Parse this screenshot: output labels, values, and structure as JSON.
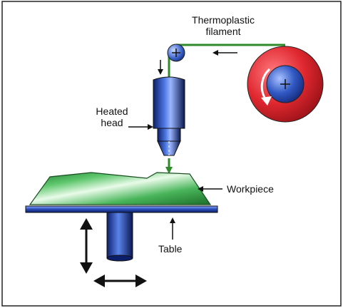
{
  "labels": {
    "filament_line1": "Thermoplastic",
    "filament_line2": "filament",
    "head_line1": "Heated",
    "head_line2": "head",
    "workpiece": "Workpiece",
    "table": "Table"
  },
  "icons": {
    "spool_center": "plus-icon",
    "pulley_center": "plus-icon",
    "spool_rotation": "curved-arrow-icon",
    "table_vertical_motion": "double-arrow-vertical-icon",
    "table_horizontal_motion": "double-arrow-horizontal-icon"
  },
  "colors": {
    "frame": "#222222",
    "filament": "#2f8a2a",
    "spool_outer": "#d9202a",
    "spool_hub": "#2a4db8",
    "head": "#1f3fa3",
    "workpiece": "#35a046",
    "table": "#2a4db8",
    "arrows": "#111111"
  }
}
